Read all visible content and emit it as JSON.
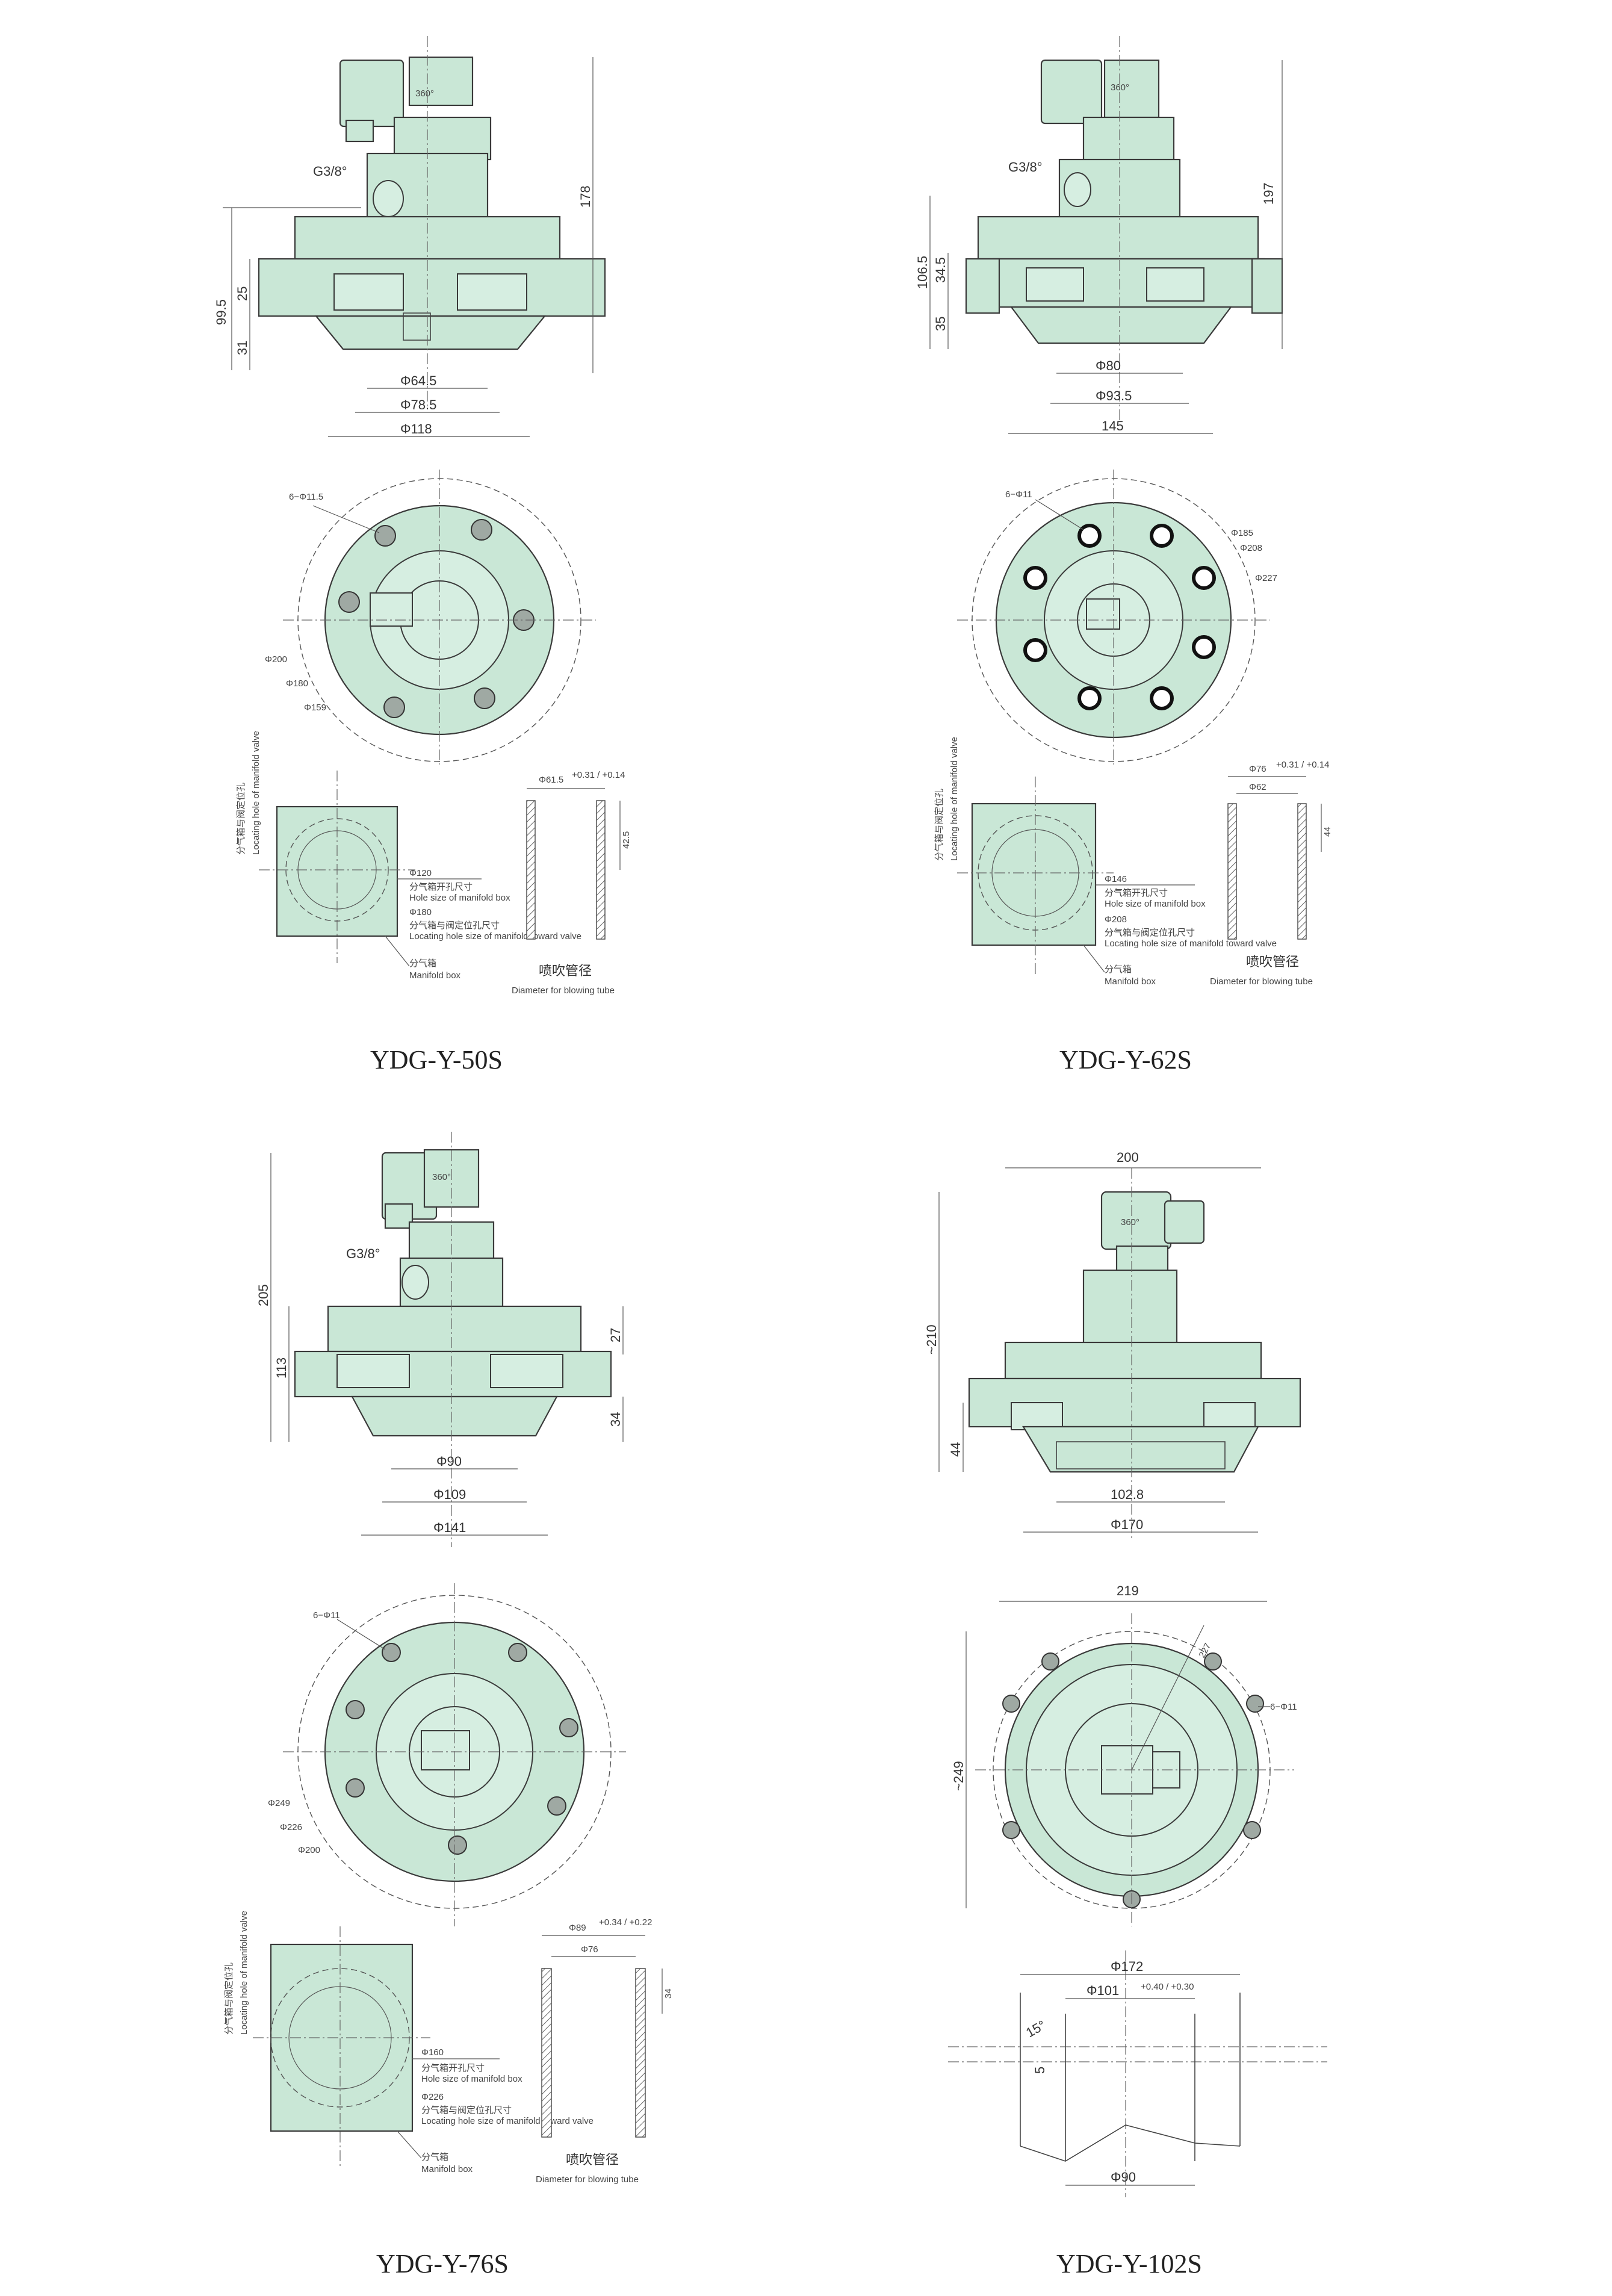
{
  "panels": [
    {
      "model": "YDG-Y-50S",
      "side": {
        "port": "G3/8°",
        "angle": "360°",
        "height": "178",
        "h1": "99.5",
        "h2": "25",
        "h3": "31",
        "d1": "Φ64.5",
        "d2": "Φ78.5",
        "d3": "Φ118"
      },
      "top": {
        "holes": "6−Φ11.5",
        "c1": "Φ200",
        "c2": "Φ180",
        "c3": "Φ159"
      },
      "manifold": {
        "loc_cn": "分气箱与阀定位孔",
        "loc_en": "Locating hole of manifold valve",
        "a_val": "Φ120",
        "a_cn": "分气箱开孔尺寸",
        "a_en": "Hole size of manifold box",
        "b_val": "Φ180",
        "b_cn": "分气箱与阀定位孔尺寸",
        "b_en": "Locating hole size of manifold toward valve",
        "box_cn": "分气箱",
        "box_en": "Manifold box"
      },
      "tube": {
        "outer": "Φ61.5",
        "tol": "+0.31 / +0.14",
        "len": "42.5",
        "cn": "喷吹管径",
        "en": "Diameter for blowing tube"
      }
    },
    {
      "model": "YDG-Y-62S",
      "side": {
        "port": "G3/8°",
        "angle": "360°",
        "height": "197",
        "h1": "106.5",
        "h2": "34.5",
        "h3": "35",
        "d1": "Φ80",
        "d2": "Φ93.5",
        "d3": "145"
      },
      "top": {
        "holes": "6−Φ11",
        "c1": "Φ185",
        "c2": "Φ208",
        "c3": "Φ227"
      },
      "manifold": {
        "loc_cn": "分气箱与阀定位孔",
        "loc_en": "Locating hole of manifold valve",
        "a_val": "Φ146",
        "a_cn": "分气箱开孔尺寸",
        "a_en": "Hole size of manifold box",
        "b_val": "Φ208",
        "b_cn": "分气箱与阀定位孔尺寸",
        "b_en": "Locating hole size of manifold toward valve",
        "box_cn": "分气箱",
        "box_en": "Manifold box"
      },
      "tube": {
        "outer": "Φ76",
        "tol": "+0.31 / +0.14",
        "inner": "Φ62",
        "len": "44",
        "cn": "喷吹管径",
        "en": "Diameter for blowing tube"
      }
    },
    {
      "model": "YDG-Y-76S",
      "side": {
        "port": "G3/8°",
        "angle": "360°",
        "height": "205",
        "h1": "113",
        "h2": "27",
        "h3": "34",
        "d1": "Φ90",
        "d2": "Φ109",
        "d3": "Φ141"
      },
      "top": {
        "holes": "6−Φ11",
        "c1": "Φ249",
        "c2": "Φ226",
        "c3": "Φ200"
      },
      "manifold": {
        "loc_cn": "分气箱与阀定位孔",
        "loc_en": "Locating hole of manifold valve",
        "a_val": "Φ160",
        "a_cn": "分气箱开孔尺寸",
        "a_en": "Hole size of manifold box",
        "b_val": "Φ226",
        "b_cn": "分气箱与阀定位孔尺寸",
        "b_en": "Locating hole size of manifold toward valve",
        "box_cn": "分气箱",
        "box_en": "Manifold box"
      },
      "tube": {
        "outer": "Φ89",
        "tol": "+0.34 / +0.22",
        "inner": "Φ76",
        "len": "34",
        "cn": "喷吹管径",
        "en": "Diameter for blowing tube"
      }
    },
    {
      "model": "YDG-Y-102S",
      "side": {
        "angle": "360°",
        "width": "200",
        "height": "~210",
        "h3": "44",
        "d1": "102.8",
        "d2": "Φ170"
      },
      "top": {
        "width": "219",
        "diag": "227",
        "holes": "6−Φ11",
        "height": "~249"
      },
      "cut": {
        "outer": "Φ172",
        "inner": "Φ101",
        "tol": "+0.40 / +0.30",
        "angle": "15°",
        "offset": "5",
        "bottom": "Φ90"
      }
    }
  ]
}
